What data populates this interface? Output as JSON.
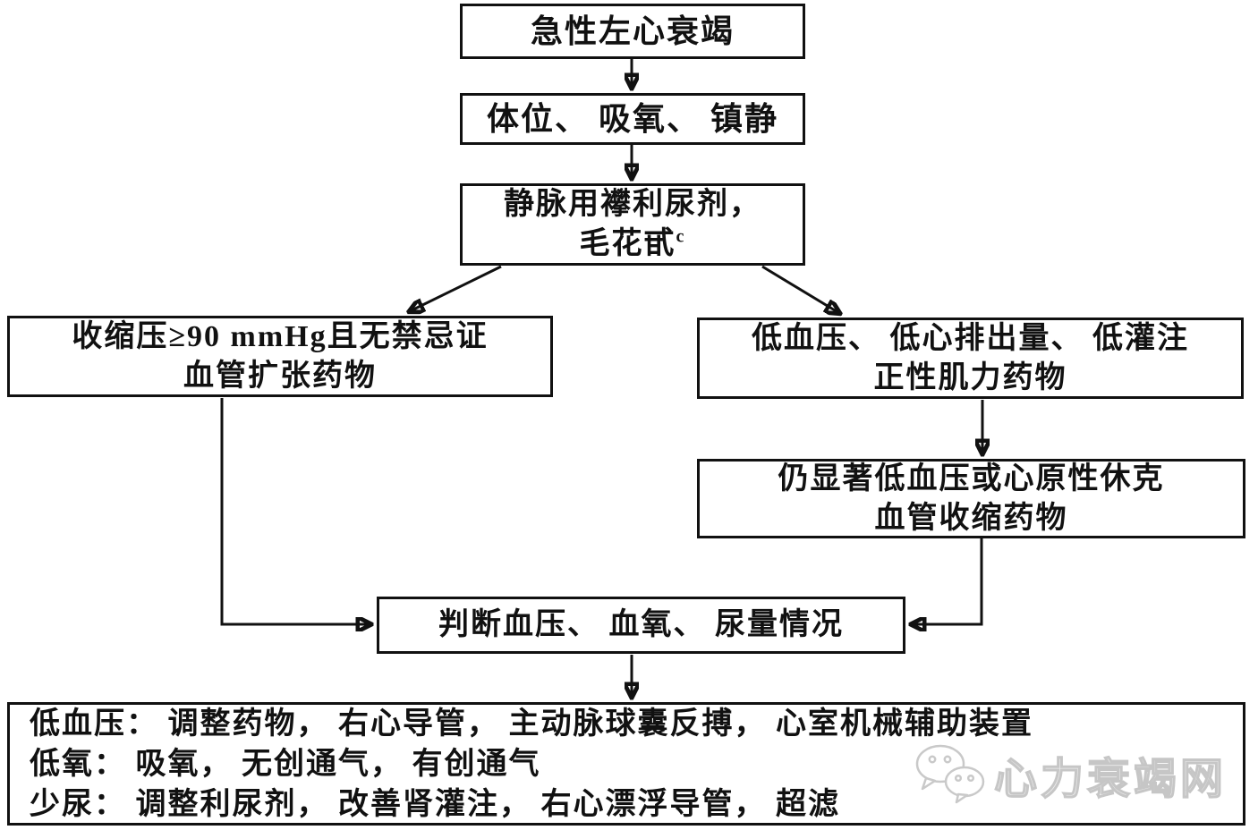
{
  "diagram": {
    "language": "zh-CN",
    "topic": "急性左心衰竭处理流程",
    "nodes": {
      "acute": {
        "lines": [
          "急性左心衰竭"
        ]
      },
      "initial": {
        "lines": [
          "体位、 吸氧、 镇静"
        ]
      },
      "diuretic": {
        "lines": [
          "静脉用襻利尿剂，",
          "毛花甙"
        ],
        "superscript": "c"
      },
      "vasodilator": {
        "lines": [
          "收缩压≥90 mmHg且无禁忌证",
          "血管扩张药物"
        ]
      },
      "inotrope": {
        "lines": [
          "低血压、 低心排出量、 低灌注",
          "正性肌力药物"
        ]
      },
      "vasoconstrictor": {
        "lines": [
          "仍显著低血压或心原性休克",
          "血管收缩药物"
        ]
      },
      "assess": {
        "lines": [
          "判断血压、 血氧、 尿量情况"
        ]
      },
      "management": {
        "lines": [
          "低血压： 调整药物， 右心导管， 主动脉球囊反搏， 心室机械辅助装置",
          "低氧： 吸氧， 无创通气， 有创通气",
          "少尿： 调整利尿剂， 改善肾灌注， 右心漂浮导管， 超滤"
        ]
      }
    },
    "edges": [
      "acute→initial",
      "initial→diuretic",
      "diuretic→vasodilator",
      "diuretic→inotrope",
      "inotrope→vasoconstrictor",
      "vasodilator→assess",
      "vasoconstrictor→assess",
      "assess→management"
    ]
  },
  "watermark": {
    "label": "心力衰竭网",
    "icon": "wechat-logo-icon"
  },
  "colors": {
    "ink": "#111111",
    "background": "#ffffff",
    "watermark_gray": "#c6c6c6"
  }
}
